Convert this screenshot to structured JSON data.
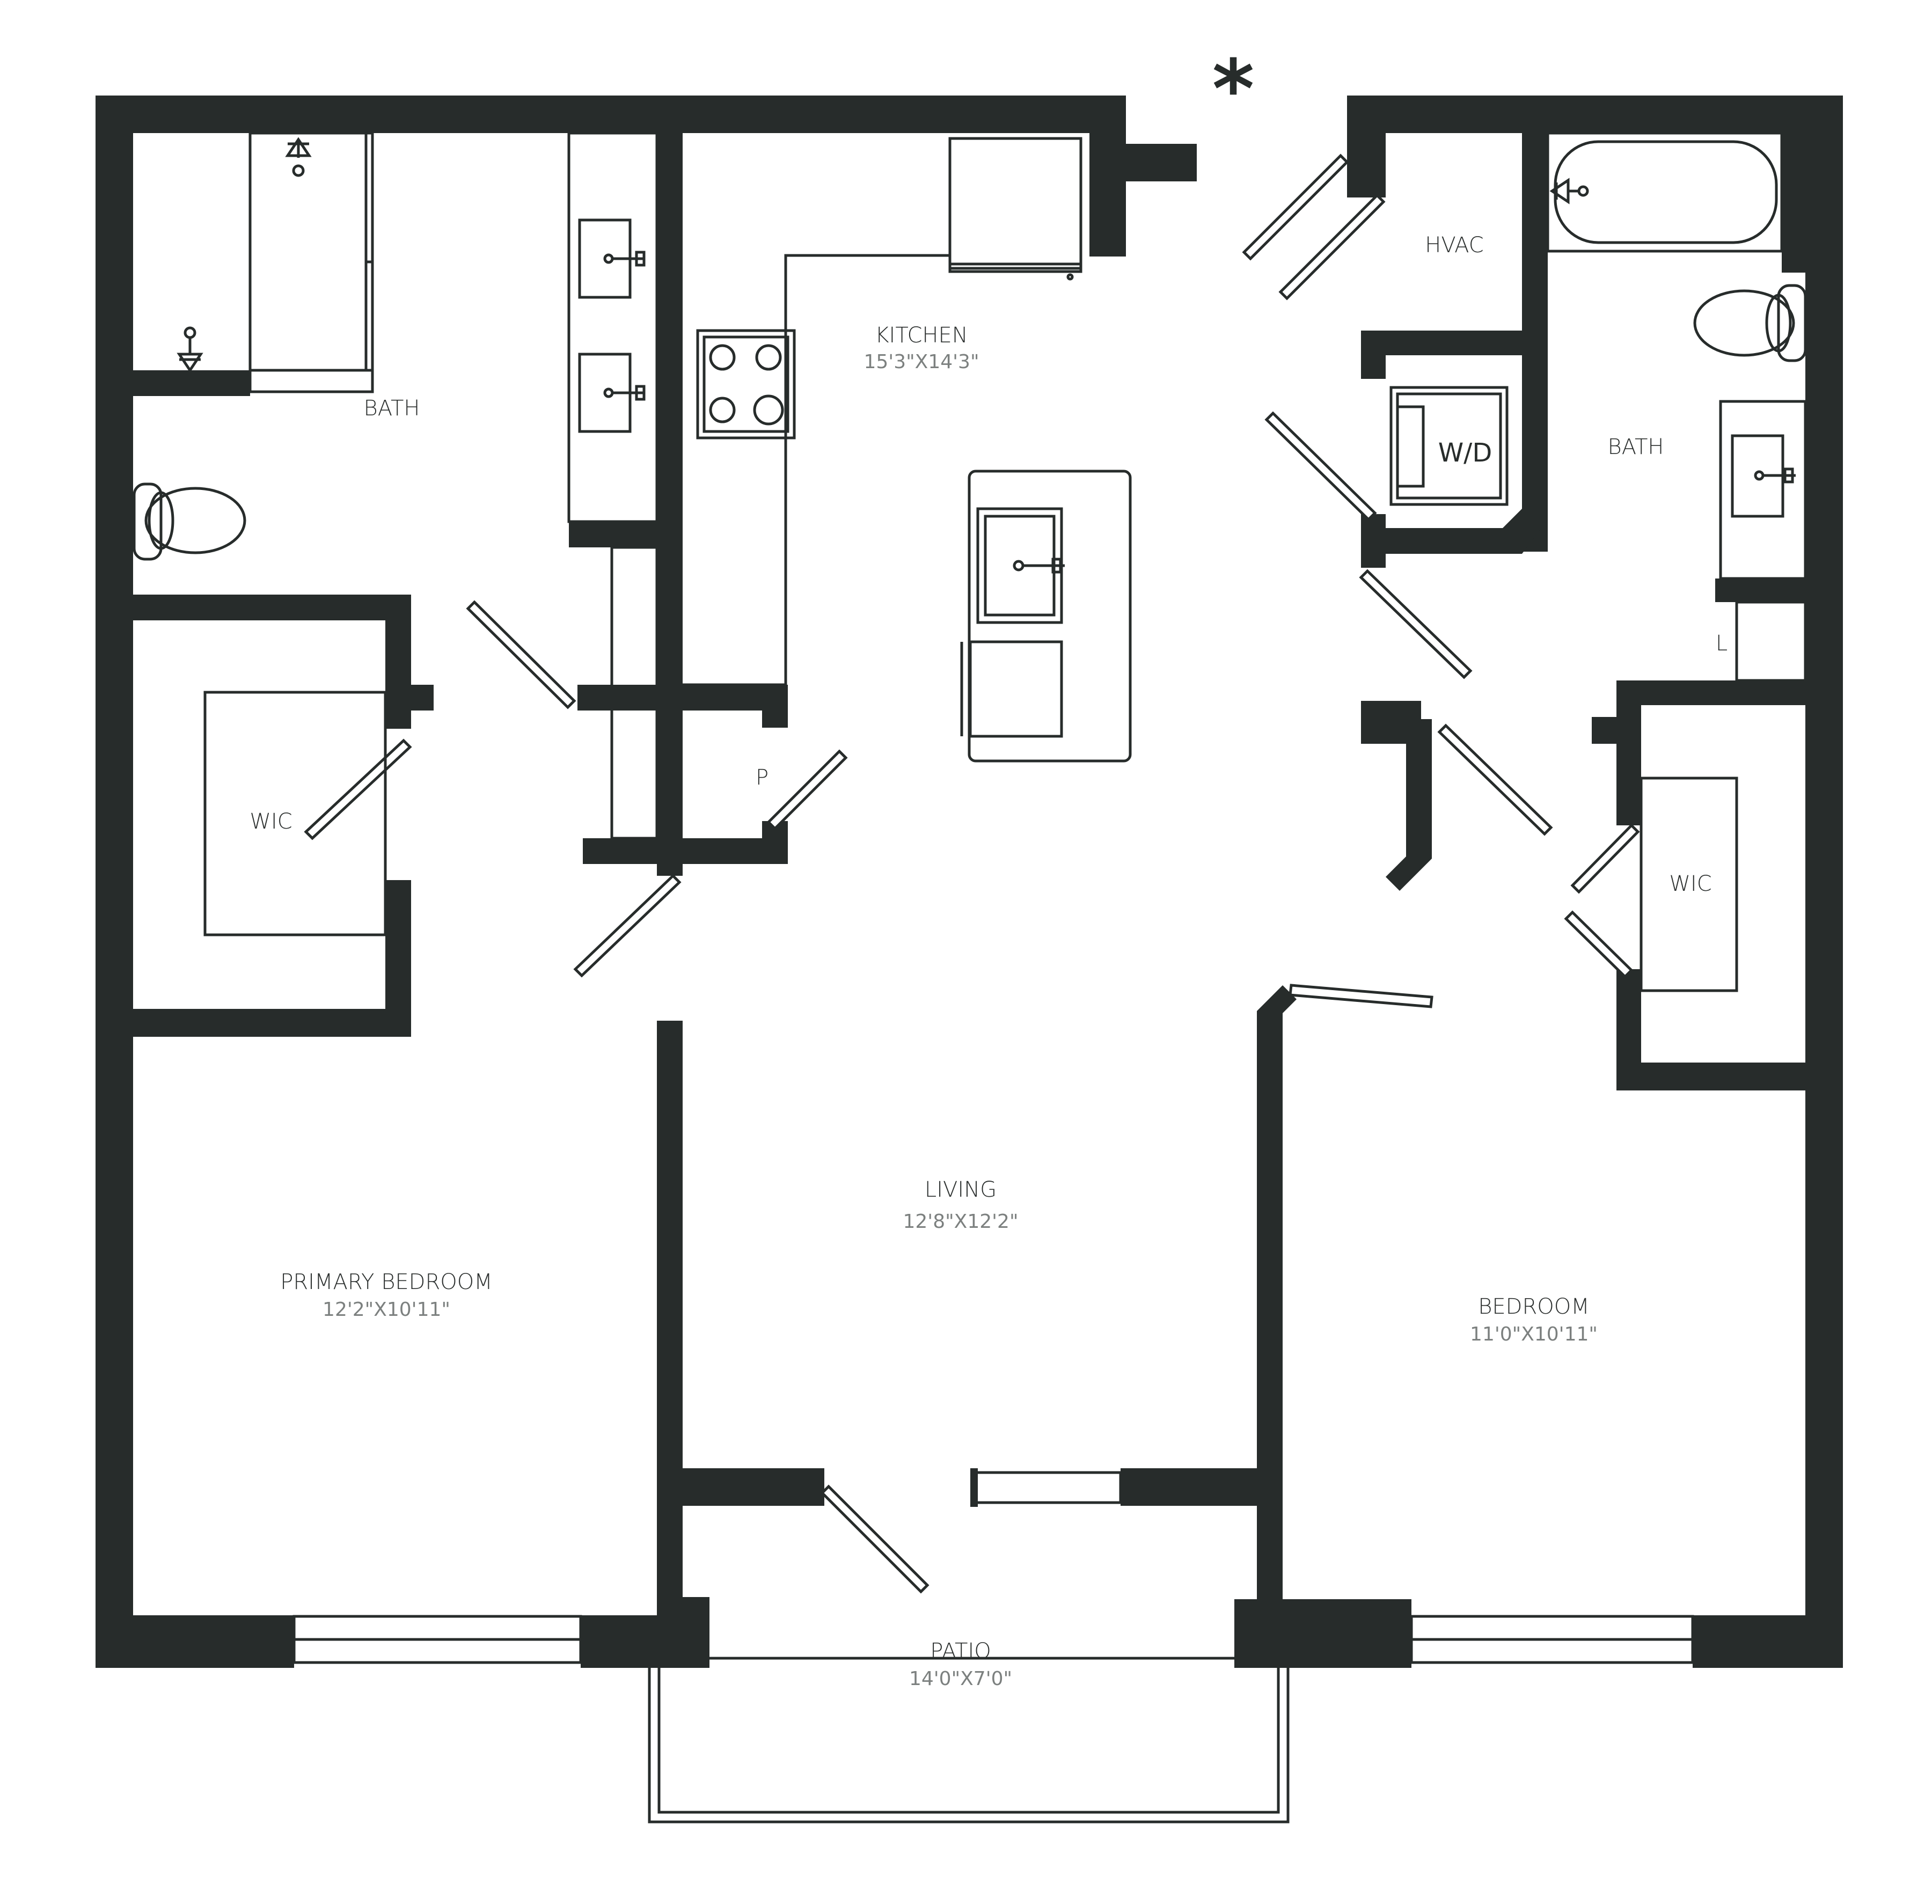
{
  "colors": {
    "wall": "#272c2b",
    "background": "#ffffff",
    "dimension_text": "#7c807f"
  },
  "marker": {
    "symbol": "*"
  },
  "rooms": {
    "kitchen": {
      "name": "KITCHEN",
      "size": "15'3\"X14'3\""
    },
    "living": {
      "name": "LIVING",
      "size": "12'8\"X12'2\""
    },
    "primary_bedroom": {
      "name": "PRIMARY BEDROOM",
      "size": "12'2\"X10'11\""
    },
    "bedroom": {
      "name": "BEDROOM",
      "size": "11'0\"X10'11\""
    },
    "patio": {
      "name": "PATIO",
      "size": "14'0\"X7'0\""
    },
    "bath_left": {
      "name": "BATH"
    },
    "bath_right": {
      "name": "BATH"
    },
    "hvac": {
      "name": "HVAC"
    },
    "wic_left": {
      "name": "WIC"
    },
    "wic_right": {
      "name": "WIC"
    },
    "pantry": {
      "name": "P"
    },
    "linen": {
      "name": "L"
    },
    "washer_dryer": {
      "name": "W/D"
    }
  },
  "icons": [
    "toilet-icon",
    "sink-icon",
    "cooktop-icon",
    "bathtub-icon",
    "shower-head-icon",
    "washer-dryer-icon",
    "refrigerator-icon",
    "dishwasher-icon"
  ]
}
